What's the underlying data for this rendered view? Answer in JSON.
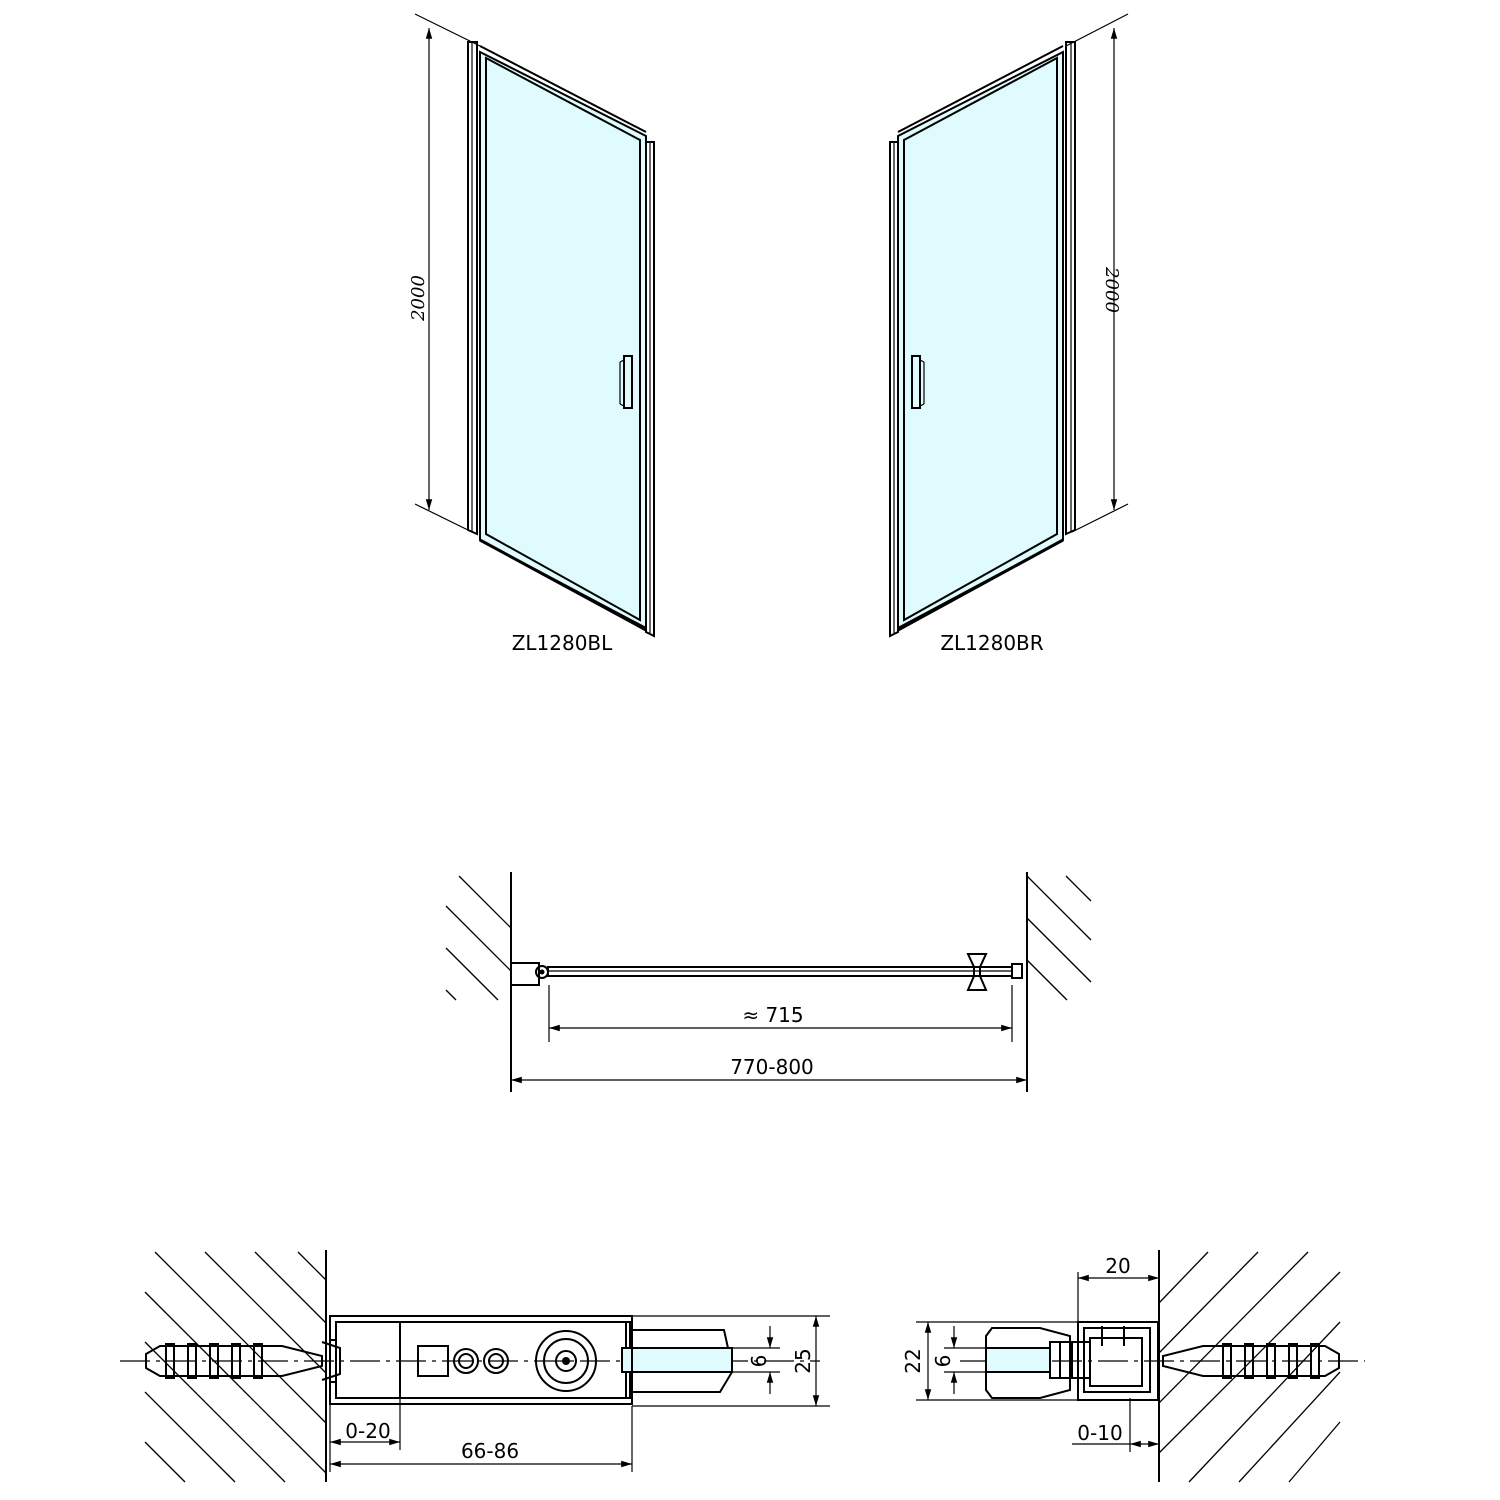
{
  "colors": {
    "glass": "#dffbfd",
    "line": "#000000"
  },
  "doors": {
    "left_label": "ZL1280BL",
    "right_label": "ZL1280BR",
    "height_left": "2000",
    "height_right": "2000"
  },
  "plan": {
    "door_width": "≈ 715",
    "total_width": "770-800"
  },
  "detail_left": {
    "adjust": "0-20",
    "width": "66-86",
    "glass": "6",
    "depth": "25"
  },
  "detail_right": {
    "top": "20",
    "adjust": "0-10",
    "height": "22",
    "glass": "6"
  }
}
